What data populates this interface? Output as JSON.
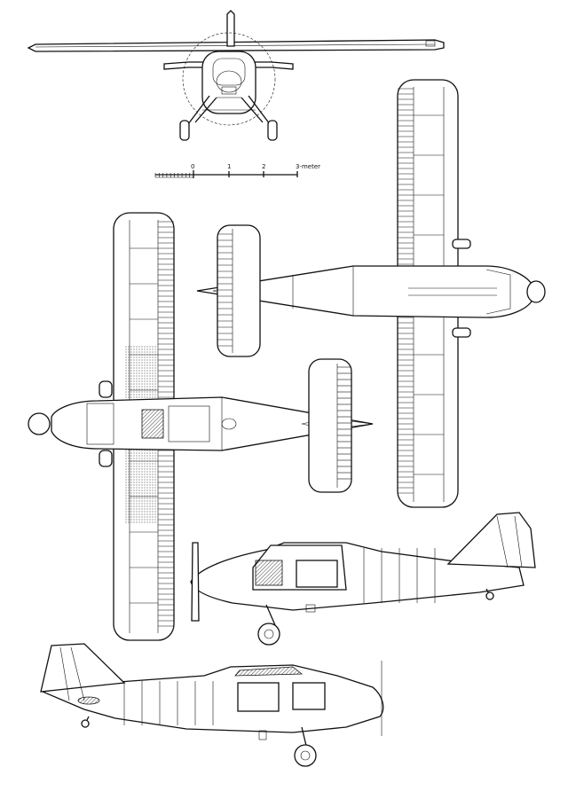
{
  "scale_bar": {
    "labels": [
      "0",
      "1",
      "2",
      "3-meter"
    ]
  }
}
